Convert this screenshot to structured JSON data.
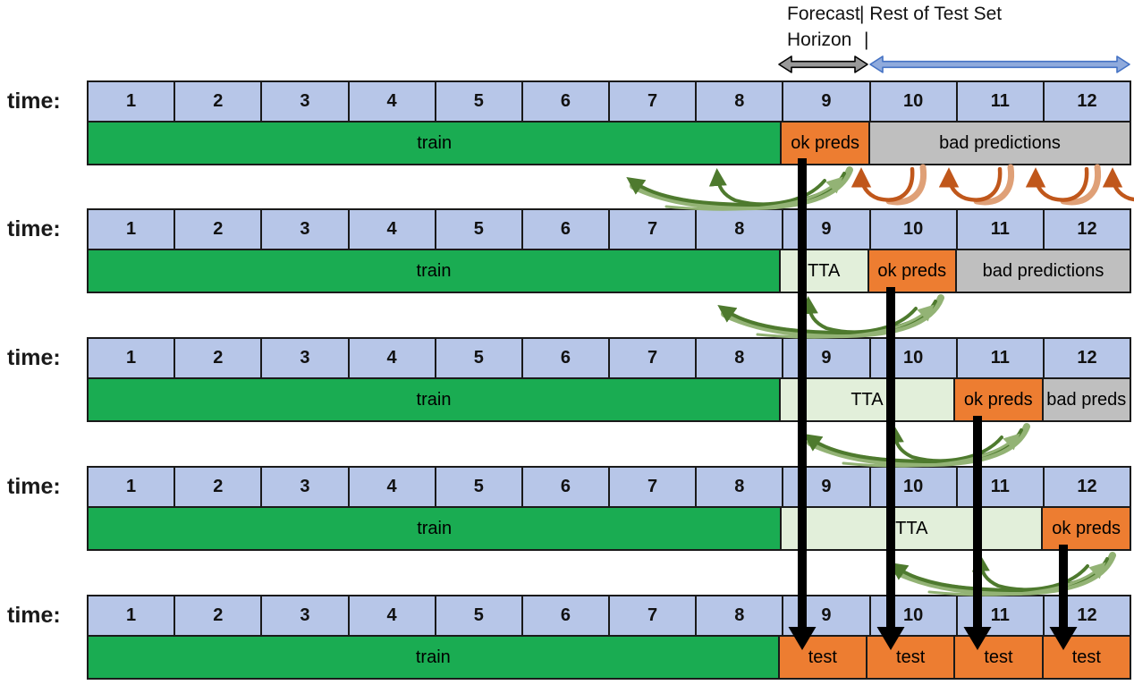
{
  "header": {
    "forecast_label": "Forecast",
    "rest_label": "| Rest of Test Set",
    "horizon_label": "Horizon",
    "horizon_pipe": "|"
  },
  "colors": {
    "train_green": "#1AAC52",
    "tta_green": "#E2EFDA",
    "preds_orange": "#ED7D31",
    "bad_gray": "#BFBFBF",
    "cell_blue": "#B7C6E8",
    "border_dark": "#1A1A1A",
    "prediction_arrow_black": "#000000",
    "horizon_arrow_gray": "#999999",
    "rest_arrow_blue_fill": "#8FAADC",
    "rest_arrow_blue_border": "#4472C4",
    "adapt_green_dark": "#4E7A2E",
    "adapt_green_light": "#93B375",
    "error_orange_dark": "#C0571B",
    "error_orange_light": "#DFA077"
  },
  "icons": {
    "forecast_horizon_arrow": "double-headed-arrow",
    "rest_of_test_set_arrow": "double-headed-arrow",
    "prediction_arrow": "thick-down-arrow",
    "adaptation_arrow": "curved-green-arrow",
    "error_arrow": "curved-orange-arrow"
  },
  "rows": [
    {
      "time_label": "time:",
      "cells": [
        "1",
        "2",
        "3",
        "4",
        "5",
        "6",
        "7",
        "8",
        "9",
        "10",
        "11",
        "12"
      ],
      "segments": [
        {
          "label": "train",
          "span": 8,
          "color": "train_green"
        },
        {
          "label": "ok preds",
          "span": 1,
          "color": "preds_orange"
        },
        {
          "label": "bad predictions",
          "span": 3,
          "color": "bad_gray"
        }
      ]
    },
    {
      "time_label": "time:",
      "cells": [
        "1",
        "2",
        "3",
        "4",
        "5",
        "6",
        "7",
        "8",
        "9",
        "10",
        "11",
        "12"
      ],
      "segments": [
        {
          "label": "train",
          "span": 8,
          "color": "train_green"
        },
        {
          "label": "TTA",
          "span": 1,
          "color": "tta_green"
        },
        {
          "label": "ok preds",
          "span": 1,
          "color": "preds_orange"
        },
        {
          "label": "bad predictions",
          "span": 2,
          "color": "bad_gray"
        }
      ]
    },
    {
      "time_label": "time:",
      "cells": [
        "1",
        "2",
        "3",
        "4",
        "5",
        "6",
        "7",
        "8",
        "9",
        "10",
        "11",
        "12"
      ],
      "segments": [
        {
          "label": "train",
          "span": 8,
          "color": "train_green"
        },
        {
          "label": "TTA",
          "span": 2,
          "color": "tta_green"
        },
        {
          "label": "ok preds",
          "span": 1,
          "color": "preds_orange"
        },
        {
          "label": "bad preds",
          "span": 1,
          "color": "bad_gray"
        }
      ]
    },
    {
      "time_label": "time:",
      "cells": [
        "1",
        "2",
        "3",
        "4",
        "5",
        "6",
        "7",
        "8",
        "9",
        "10",
        "11",
        "12"
      ],
      "segments": [
        {
          "label": "train",
          "span": 8,
          "color": "train_green"
        },
        {
          "label": "TTA",
          "span": 3,
          "color": "tta_green"
        },
        {
          "label": "ok preds",
          "span": 1,
          "color": "preds_orange"
        }
      ]
    },
    {
      "time_label": "time:",
      "cells": [
        "1",
        "2",
        "3",
        "4",
        "5",
        "6",
        "7",
        "8",
        "9",
        "10",
        "11",
        "12"
      ],
      "segments": [
        {
          "label": "train",
          "span": 8,
          "color": "train_green"
        },
        {
          "label": "test",
          "span": 1,
          "color": "preds_orange"
        },
        {
          "label": "test",
          "span": 1,
          "color": "preds_orange"
        },
        {
          "label": "test",
          "span": 1,
          "color": "preds_orange"
        },
        {
          "label": "test",
          "span": 1,
          "color": "preds_orange"
        }
      ]
    }
  ]
}
